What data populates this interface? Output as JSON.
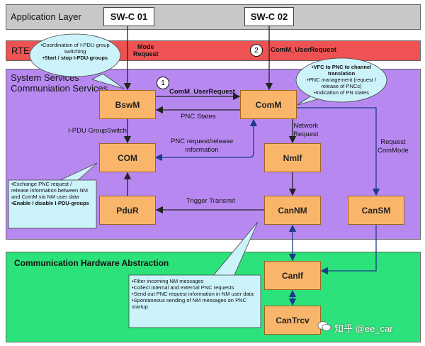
{
  "layers": {
    "application": "Application Layer",
    "rte": "RTE",
    "services_line1": "System Services",
    "services_line2": "Communiation Services",
    "hardware": "Communication Hardware Abstraction"
  },
  "swc": {
    "swc01": "SW-C 01",
    "swc02": "SW-C 02"
  },
  "modules": {
    "bswm": "BswM",
    "comm": "ComM",
    "com": "COM",
    "nmif": "NmIf",
    "pdur": "PduR",
    "cannm": "CanNM",
    "cansm": "CanSM",
    "canif": "CanIf",
    "cantrcv": "CanTrcv"
  },
  "labels": {
    "mode_request": "Mode\nRequest",
    "comm_user_request_rte": "ComM_UserRequest",
    "comm_user_request": "ComM_UserRequest",
    "circle_1": "1",
    "circle_2": "2",
    "pnc_states": "PNC States",
    "ipdu_groupswitch": "I-PDU GroupSwitch",
    "pnc_request_release": "PNC request/release\ninformation",
    "network_request": "Network\nRequest",
    "request_commode": "Request\nComMode",
    "trigger_transmit": "Trigger Transmit"
  },
  "callouts": {
    "bswm": [
      {
        "text": "Coordination of I-PDU group switching",
        "strong": false
      },
      {
        "text": "Start / stop I-PDU-groups",
        "strong": true
      }
    ],
    "comm": [
      {
        "text": "VFC to PNC to channel translation",
        "strong": true
      },
      {
        "text": "PNC management (request / release of PNCs)",
        "strong": false
      },
      {
        "text": "Indication of PN states",
        "strong": false
      }
    ],
    "com": [
      {
        "text": "Exchange PNC request / release information between NM and ComM via NM user data",
        "strong": false
      },
      {
        "text": "Enable / disable I-PDU-groups",
        "strong": true
      }
    ],
    "cannm": [
      {
        "text": "Filter incoming NM messages",
        "strong": false
      },
      {
        "text": "Collect internal and external PNC requests",
        "strong": false
      },
      {
        "text": "Send out PNC request information in NM user data",
        "strong": false
      },
      {
        "text": "Spontaneous sending of NM messages on PNC startup",
        "strong": false
      }
    ]
  },
  "watermark": "知乎 @ee_car",
  "colors": {
    "application": "#c8c8c8",
    "rte": "#ee5252",
    "services": "#b789f0",
    "hardware": "#2ce27a",
    "module": "#f9b66b",
    "callout": "#ccf3fa",
    "arrow": "#222222",
    "arrow_blue": "#1d3a8a"
  }
}
